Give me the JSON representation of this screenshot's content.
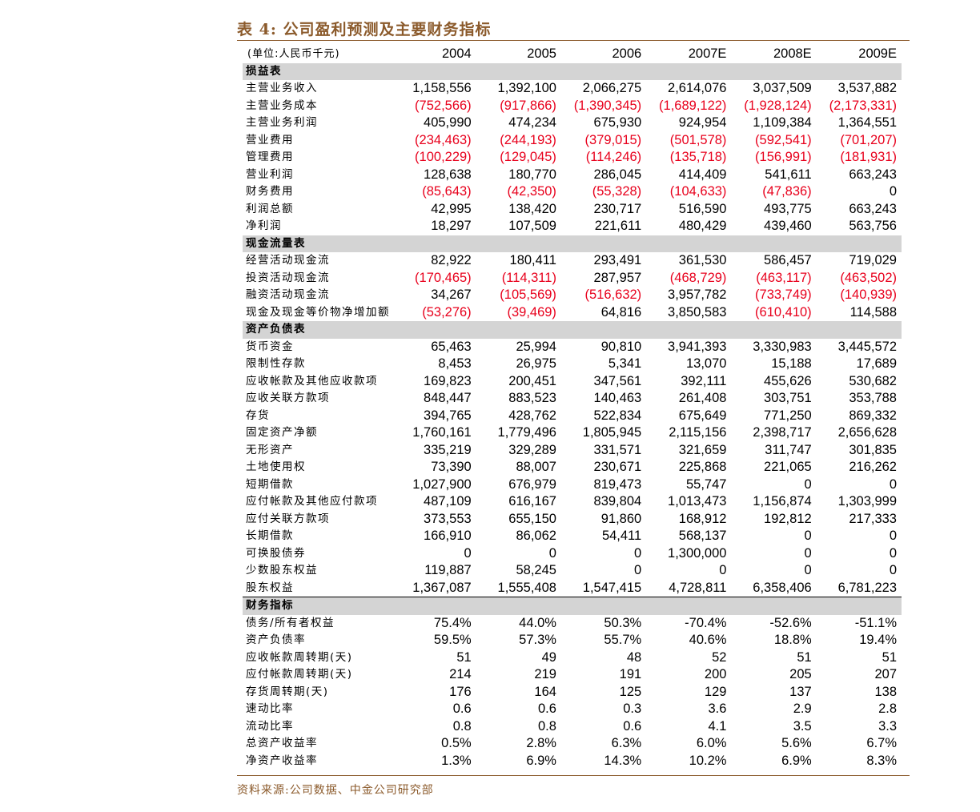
{
  "title": "表 4: 公司盈利预测及主要财务指标",
  "source": "资料来源:公司数据、中金公司研究部",
  "header": {
    "unit": "(单位:人民币千元)",
    "years": [
      "2004",
      "2005",
      "2006",
      "2007E",
      "2008E",
      "2009E"
    ]
  },
  "sections": [
    {
      "name": "损益表",
      "rows": [
        {
          "label": "主营业务收入",
          "values": [
            "1,158,556",
            "1,392,100",
            "2,066,275",
            "2,614,076",
            "3,037,509",
            "3,537,882"
          ]
        },
        {
          "label": "主营业务成本",
          "values": [
            "(752,566)",
            "(917,866)",
            "(1,390,345)",
            "(1,689,122)",
            "(1,928,124)",
            "(2,173,331)"
          ]
        },
        {
          "label": "主营业务利润",
          "values": [
            "405,990",
            "474,234",
            "675,930",
            "924,954",
            "1,109,384",
            "1,364,551"
          ]
        },
        {
          "label": "营业费用",
          "values": [
            "(234,463)",
            "(244,193)",
            "(379,015)",
            "(501,578)",
            "(592,541)",
            "(701,207)"
          ]
        },
        {
          "label": "管理费用",
          "values": [
            "(100,229)",
            "(129,045)",
            "(114,246)",
            "(135,718)",
            "(156,991)",
            "(181,931)"
          ]
        },
        {
          "label": "营业利润",
          "values": [
            "128,638",
            "180,770",
            "286,045",
            "414,409",
            "541,611",
            "663,243"
          ]
        },
        {
          "label": "财务费用",
          "values": [
            "(85,643)",
            "(42,350)",
            "(55,328)",
            "(104,633)",
            "(47,836)",
            "0"
          ]
        },
        {
          "label": "利润总额",
          "values": [
            "42,995",
            "138,420",
            "230,717",
            "516,590",
            "493,775",
            "663,243"
          ]
        },
        {
          "label": "净利润",
          "values": [
            "18,297",
            "107,509",
            "221,611",
            "480,429",
            "439,460",
            "563,756"
          ]
        }
      ]
    },
    {
      "name": "现金流量表",
      "rows": [
        {
          "label": "经营活动现金流",
          "values": [
            "82,922",
            "180,411",
            "293,491",
            "361,530",
            "586,457",
            "719,029"
          ]
        },
        {
          "label": "投资活动现金流",
          "values": [
            "(170,465)",
            "(114,311)",
            "287,957",
            "(468,729)",
            "(463,117)",
            "(463,502)"
          ]
        },
        {
          "label": "融资活动现金流",
          "values": [
            "34,267",
            "(105,569)",
            "(516,632)",
            "3,957,782",
            "(733,749)",
            "(140,939)"
          ]
        },
        {
          "label": "现金及现金等价物净增加额",
          "values": [
            "(53,276)",
            "(39,469)",
            "64,816",
            "3,850,583",
            "(610,410)",
            "114,588"
          ]
        }
      ]
    },
    {
      "name": "资产负债表",
      "rows": [
        {
          "label": "货币资金",
          "values": [
            "65,463",
            "25,994",
            "90,810",
            "3,941,393",
            "3,330,983",
            "3,445,572"
          ]
        },
        {
          "label": "限制性存款",
          "values": [
            "8,453",
            "26,975",
            "5,341",
            "13,070",
            "15,188",
            "17,689"
          ]
        },
        {
          "label": "应收帐款及其他应收款项",
          "values": [
            "169,823",
            "200,451",
            "347,561",
            "392,111",
            "455,626",
            "530,682"
          ]
        },
        {
          "label": "应收关联方款项",
          "values": [
            "848,447",
            "883,523",
            "140,463",
            "261,408",
            "303,751",
            "353,788"
          ]
        },
        {
          "label": "存货",
          "values": [
            "394,765",
            "428,762",
            "522,834",
            "675,649",
            "771,250",
            "869,332"
          ]
        },
        {
          "label": "固定资产净额",
          "values": [
            "1,760,161",
            "1,779,496",
            "1,805,945",
            "2,115,156",
            "2,398,717",
            "2,656,628"
          ]
        },
        {
          "label": "无形资产",
          "values": [
            "335,219",
            "329,289",
            "331,571",
            "321,659",
            "311,747",
            "301,835"
          ]
        },
        {
          "label": "土地使用权",
          "values": [
            "73,390",
            "88,007",
            "230,671",
            "225,868",
            "221,065",
            "216,262"
          ]
        },
        {
          "label": "短期借款",
          "values": [
            "1,027,900",
            "676,979",
            "819,473",
            "55,747",
            "0",
            "0"
          ]
        },
        {
          "label": "应付帐款及其他应付款项",
          "values": [
            "487,109",
            "616,167",
            "839,804",
            "1,013,473",
            "1,156,874",
            "1,303,999"
          ]
        },
        {
          "label": "应付关联方款项",
          "values": [
            "373,553",
            "655,150",
            "91,860",
            "168,912",
            "192,812",
            "217,333"
          ]
        },
        {
          "label": "长期借款",
          "values": [
            "166,910",
            "86,062",
            "54,411",
            "568,137",
            "0",
            "0"
          ]
        },
        {
          "label": "可换股债券",
          "values": [
            "0",
            "0",
            "0",
            "1,300,000",
            "0",
            "0"
          ]
        },
        {
          "label": "少数股东权益",
          "values": [
            "119,887",
            "58,245",
            "0",
            "0",
            "0",
            "0"
          ]
        },
        {
          "label": "股东权益",
          "values": [
            "1,367,087",
            "1,555,408",
            "1,547,415",
            "4,728,811",
            "6,358,406",
            "6,781,223"
          ]
        }
      ]
    },
    {
      "name": "财务指标",
      "rows": [
        {
          "label": "债务/所有者权益",
          "values": [
            "75.4%",
            "44.0%",
            "50.3%",
            "-70.4%",
            "-52.6%",
            "-51.1%"
          ]
        },
        {
          "label": "资产负债率",
          "values": [
            "59.5%",
            "57.3%",
            "55.7%",
            "40.6%",
            "18.8%",
            "19.4%"
          ]
        },
        {
          "label": "应收帐款周转期(天)",
          "values": [
            "51",
            "49",
            "48",
            "52",
            "51",
            "51"
          ]
        },
        {
          "label": "应付帐款周转期(天)",
          "values": [
            "214",
            "219",
            "191",
            "200",
            "205",
            "207"
          ]
        },
        {
          "label": "存货周转期(天)",
          "values": [
            "176",
            "164",
            "125",
            "129",
            "137",
            "138"
          ]
        },
        {
          "label": "速动比率",
          "values": [
            "0.6",
            "0.6",
            "0.3",
            "3.6",
            "2.9",
            "2.8"
          ]
        },
        {
          "label": "流动比率",
          "values": [
            "0.8",
            "0.8",
            "0.6",
            "4.1",
            "3.5",
            "3.3"
          ]
        },
        {
          "label": "总资产收益率",
          "values": [
            "0.5%",
            "2.8%",
            "6.3%",
            "6.0%",
            "5.6%",
            "6.7%"
          ]
        },
        {
          "label": "净资产收益率",
          "values": [
            "1.3%",
            "6.9%",
            "14.3%",
            "10.2%",
            "6.9%",
            "8.3%"
          ]
        }
      ]
    }
  ],
  "colors": {
    "accent": "#8b5a2b",
    "negative": "#e8001c",
    "section_bg": "#d4d4d4"
  }
}
